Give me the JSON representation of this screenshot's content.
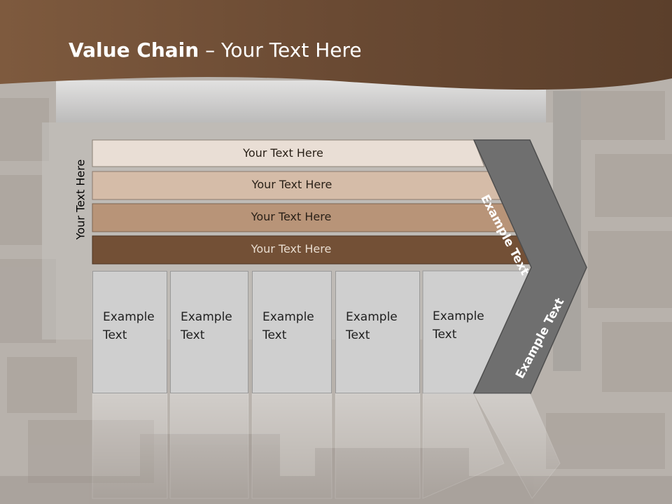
{
  "slide": {
    "title_bold": "Value Chain",
    "title_rest": " – Your Text Here",
    "vertical_label": "Your Text Here"
  },
  "rows": [
    {
      "label": "Your Text Here",
      "color": "#e9ded5",
      "text_color": "#2a2118"
    },
    {
      "label": "Your Text Here",
      "color": "#d5bca8",
      "text_color": "#2a2118"
    },
    {
      "label": "Your Text Here",
      "color": "#b89478",
      "text_color": "#2a2118"
    },
    {
      "label": "Your Text Here",
      "color": "#735036",
      "text_color": "#e8dccf"
    }
  ],
  "boxes": [
    {
      "label": "Example\nText"
    },
    {
      "label": "Example\nText"
    },
    {
      "label": "Example\nText"
    },
    {
      "label": "Example\nText"
    },
    {
      "label": "Example\nText"
    }
  ],
  "chevron": {
    "top_label": "Example Text",
    "bottom_label": "Example Text",
    "color": "#6f6f6f"
  },
  "colors": {
    "header": "#6b4a33"
  }
}
